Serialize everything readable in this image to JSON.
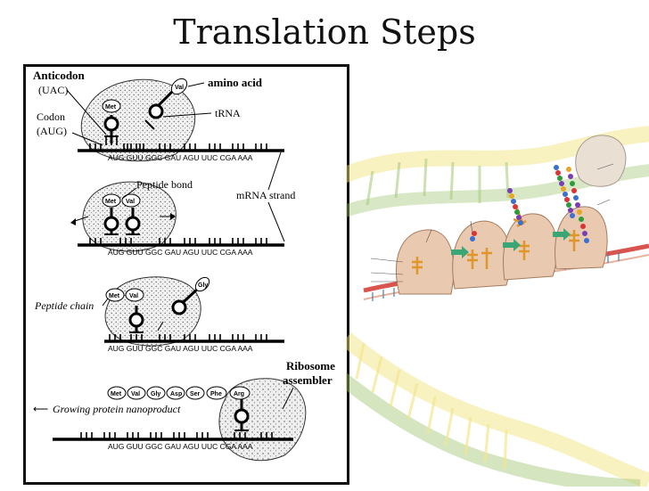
{
  "title": "Translation Steps",
  "labels": {
    "anticodon": "Anticodon",
    "anticodon_seq": "(UAC)",
    "codon": "Codon",
    "codon_seq": "(AUG)",
    "amino_acid": "amino acid",
    "trna": "tRNA",
    "peptide_bond": "Peptide bond",
    "mrna_strand": "mRNA strand",
    "peptide_chain": "Peptide chain",
    "ribosome": "Ribosome",
    "assembler": "assembler",
    "growing_protein": "Growing protein nanoproduct"
  },
  "mrna_sequence": "AUG GUU GGC GAU AGU UUC CGA AAA",
  "amino_acids": {
    "met": "Met",
    "val": "Val",
    "gly": "Gly",
    "asp": "Asp",
    "ser": "Ser",
    "phe": "Phe",
    "arg": "Arg"
  },
  "colors": {
    "helix_yellow": "#f1e27a",
    "helix_green": "#9cc46a",
    "ribosome_fill": "#e9c9b0",
    "mrna_red": "#d9534f"
  }
}
